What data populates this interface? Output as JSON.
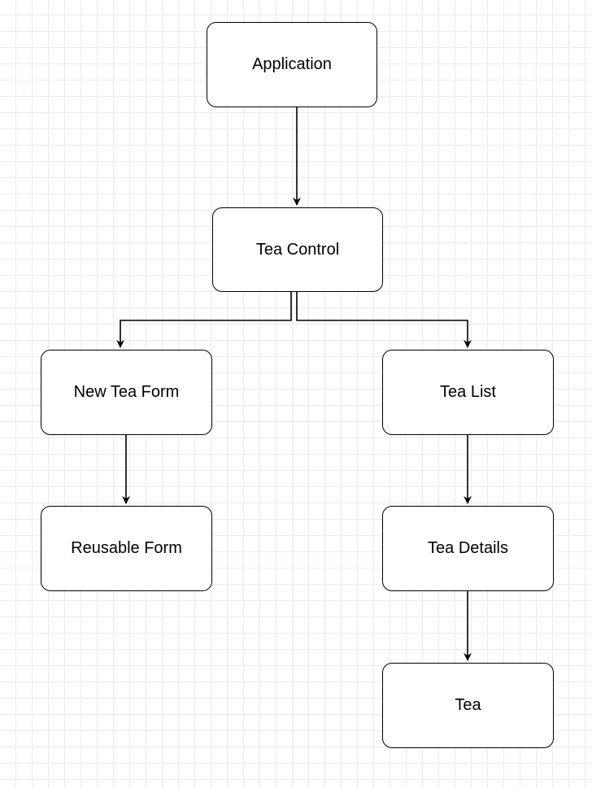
{
  "diagram": {
    "nodes": [
      {
        "id": "application",
        "label": "Application"
      },
      {
        "id": "tea-control",
        "label": "Tea Control"
      },
      {
        "id": "new-tea-form",
        "label": "New Tea Form"
      },
      {
        "id": "tea-list",
        "label": "Tea List"
      },
      {
        "id": "reusable-form",
        "label": "Reusable Form"
      },
      {
        "id": "tea-details",
        "label": "Tea Details"
      },
      {
        "id": "tea",
        "label": "Tea"
      }
    ],
    "edges": [
      {
        "from": "application",
        "to": "tea-control"
      },
      {
        "from": "tea-control",
        "to": "new-tea-form"
      },
      {
        "from": "tea-control",
        "to": "tea-list"
      },
      {
        "from": "new-tea-form",
        "to": "reusable-form"
      },
      {
        "from": "tea-list",
        "to": "tea-details"
      },
      {
        "from": "tea-details",
        "to": "tea"
      }
    ],
    "colors": {
      "stroke": "#000000",
      "node_fill": "#ffffff",
      "grid": "#ebebeb",
      "background": "#ffffff"
    }
  }
}
